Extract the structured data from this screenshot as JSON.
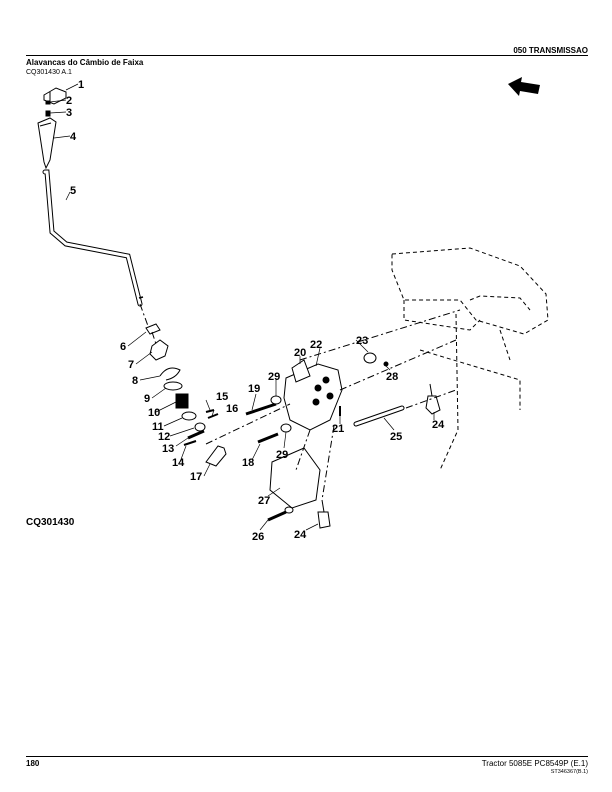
{
  "header": {
    "section": "050 TRANSMISSAO",
    "title": "Alavancas do Câmbio de Faixa",
    "figure_ref": "CQ301430 A.1"
  },
  "figure": {
    "caption": "CQ301430",
    "callouts": [
      "1",
      "2",
      "3",
      "4",
      "5",
      "6",
      "7",
      "8",
      "9",
      "10",
      "11",
      "12",
      "13",
      "14",
      "15",
      "16",
      "17",
      "18",
      "19",
      "20",
      "21",
      "22",
      "23",
      "24",
      "25",
      "26",
      "27",
      "28",
      "29",
      "29",
      "24"
    ]
  },
  "footer": {
    "page_number": "180",
    "doc_info": "Tractor 5085E   PC8549P   (E.1)",
    "doc_code": "ST346367(B.1)"
  }
}
